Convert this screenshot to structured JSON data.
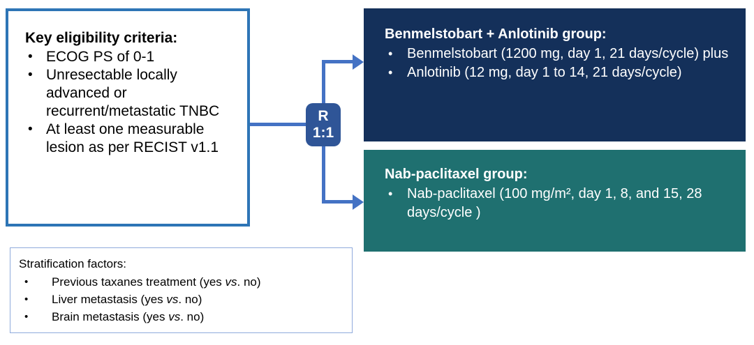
{
  "eligibility": {
    "title": "Key eligibility criteria:",
    "bullet_glyph": "•",
    "items": [
      "ECOG PS of 0-1",
      "Unresectable locally advanced or recurrent/metastatic TNBC",
      "At least one measurable lesion as per RECIST v1.1"
    ]
  },
  "randomization": {
    "label": "R",
    "ratio": "1:1"
  },
  "arms": [
    {
      "id": "benmelstobart-anlotinib",
      "title": "Benmelstobart + Anlotinib group:",
      "color": "#14305a",
      "items": [
        "Benmelstobart (1200 mg, day 1, 21 days/cycle) plus",
        "Anlotinib (12 mg, day 1 to 14, 21 days/cycle)"
      ]
    },
    {
      "id": "nab-paclitaxel",
      "title": "Nab-paclitaxel group:",
      "color": "#1f7070",
      "items": [
        "Nab-paclitaxel (100 mg/m², day 1, 8, and 15, 28 days/cycle  )"
      ]
    }
  ],
  "stratification": {
    "title": "Stratification factors:",
    "bullet_glyph": "•",
    "items": [
      {
        "prefix": "Previous taxanes treatment (yes ",
        "emphasis": "vs",
        "suffix": ". no)"
      },
      {
        "prefix": "Liver metastasis (yes ",
        "emphasis": "vs",
        "suffix": ". no)"
      },
      {
        "prefix": "Brain metastasis (yes ",
        "emphasis": "vs",
        "suffix": ". no)"
      }
    ]
  },
  "colors": {
    "eligibility_border": "#2e75b6",
    "stratification_border": "#8faadc",
    "connector": "#4472c4",
    "randomization_node": "#2f5597",
    "arm_navy": "#14305a",
    "arm_teal": "#1f7070"
  }
}
